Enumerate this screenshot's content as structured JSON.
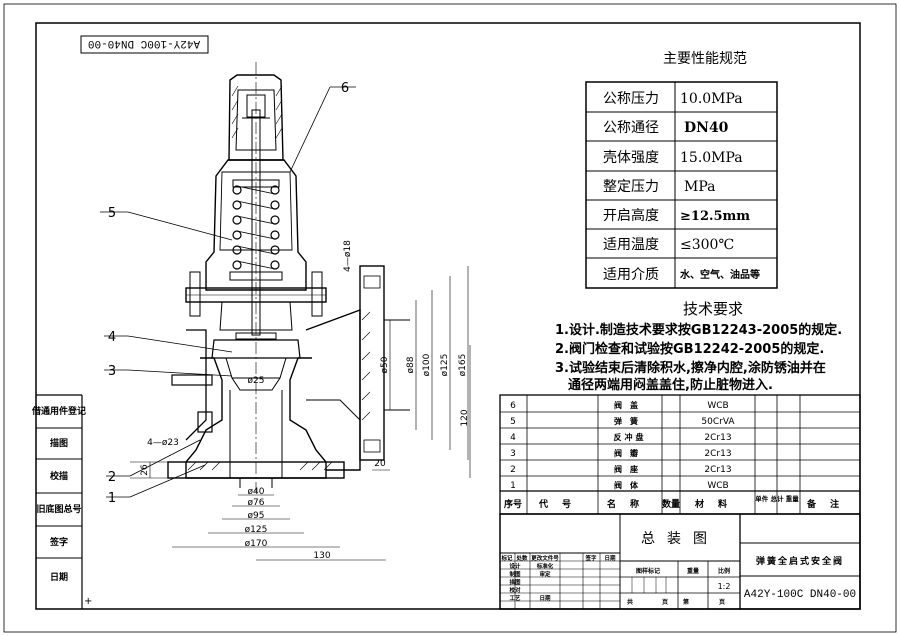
{
  "drawing_code": "A42Y-100C DN40-00",
  "spec": {
    "title": "主要性能规范",
    "rows": [
      {
        "label": "公称压力",
        "value": "10.0MPa"
      },
      {
        "label": "公称通径",
        "value": "DN40"
      },
      {
        "label": "壳体强度",
        "value": "15.0MPa"
      },
      {
        "label": "整定压力",
        "value": "MPa"
      },
      {
        "label": "开启高度",
        "value": "≥12.5mm"
      },
      {
        "label": "适用温度",
        "value": "≤300℃"
      },
      {
        "label": "适用介质",
        "value": "水、空气、油品等"
      }
    ]
  },
  "tech": {
    "title": "技术要求",
    "lines": [
      "1.设计.制造技术要求按GB12243-2005的规定.",
      "2.阀门检查和试验按GB12242-2005的规定.",
      "3.试验结束后清除积水,擦净内腔,涂防锈油并在",
      "通径两端用闷盖盖住,防止脏物进入."
    ]
  },
  "parts": [
    {
      "no": "6",
      "name": "阀盖",
      "material": "WCB"
    },
    {
      "no": "5",
      "name": "弹簧",
      "material": "50CrVA"
    },
    {
      "no": "4",
      "name": "反冲盘",
      "material": "2Cr13"
    },
    {
      "no": "3",
      "name": "阀瓣",
      "material": "2Cr13"
    },
    {
      "no": "2",
      "name": "阀座",
      "material": "2Cr13"
    },
    {
      "no": "1",
      "name": "阀体",
      "material": "WCB"
    }
  ],
  "parts_header": {
    "no": "序号",
    "code": "代号",
    "name": "名称",
    "qty": "数量",
    "material": "材料",
    "weight": "单件 总计 重量",
    "remark": "备注"
  },
  "title_block": {
    "main": "总装图",
    "product": "弹簧全启式安全阀",
    "code": "A42Y-100C DN40-00",
    "scale": "1:2",
    "small": {
      "a1": "标记",
      "a2": "处数",
      "a3": "更改文件号",
      "a4": "签字",
      "a5": "日期",
      "b1": "设计",
      "b2": "标准化",
      "c1": "制图",
      "c2": "审定",
      "d1": "描图",
      "e1": "校对",
      "f1": "工艺",
      "f2": "日期",
      "g1": "图样标记",
      "g2": "重量",
      "g3": "比例",
      "h1": "共",
      "h2": "页",
      "h3": "第",
      "h4": "页"
    }
  },
  "left_strip": [
    "借通用件登记",
    "描图",
    "校描",
    "旧底图总号",
    "签字",
    "日期"
  ],
  "balloons": [
    "1",
    "2",
    "3",
    "4",
    "5",
    "6"
  ],
  "dimensions": {
    "d40": "ø40",
    "d76": "ø76",
    "d95": "ø95",
    "d125": "ø125",
    "d170": "ø170",
    "d25": "ø25",
    "d50": "ø50",
    "d88": "ø88",
    "d100": "ø100",
    "d125v": "ø125",
    "d165": "ø165",
    "h120": "120",
    "w130": "130",
    "h26": "26",
    "w20": "20",
    "holes_bottom": "4—ø23",
    "holes_side": "4—ø18"
  }
}
